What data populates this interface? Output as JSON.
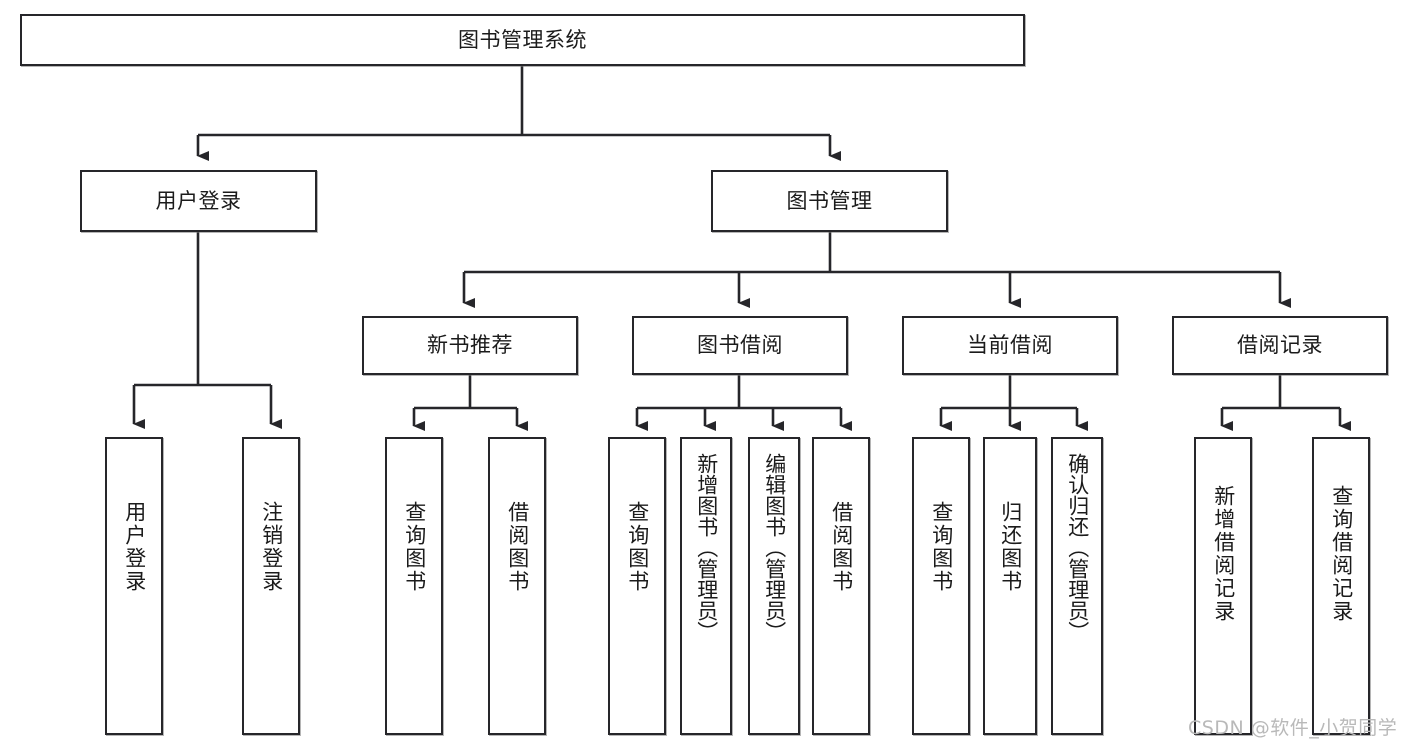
{
  "diagram": {
    "title": "图书管理系统",
    "type": "tree-hierarchy",
    "background_color": "#ffffff",
    "node_border_color": "#26262a",
    "node_fill_color": "#ffffff",
    "edge_color": "#26262a"
  },
  "nodes": {
    "root": {
      "label": "图书管理系统",
      "level": 0
    },
    "level1": [
      {
        "id": "user-login",
        "label": "用户登录"
      },
      {
        "id": "book-manage",
        "label": "图书管理"
      }
    ],
    "level2": [
      {
        "id": "new-book-rec",
        "label": "新书推荐",
        "parent": "book-manage"
      },
      {
        "id": "book-borrow",
        "label": "图书借阅",
        "parent": "book-manage"
      },
      {
        "id": "current-borrow",
        "label": "当前借阅",
        "parent": "book-manage"
      },
      {
        "id": "borrow-record",
        "label": "借阅记录",
        "parent": "book-manage"
      }
    ],
    "leaves": [
      {
        "id": "leaf-user-login",
        "label": "用户登录",
        "parent": "user-login"
      },
      {
        "id": "leaf-logout",
        "label": "注销登录",
        "parent": "user-login"
      },
      {
        "id": "leaf-query-book-1",
        "label": "查询图书",
        "parent": "new-book-rec"
      },
      {
        "id": "leaf-borrow-book-1",
        "label": "借阅图书",
        "parent": "new-book-rec"
      },
      {
        "id": "leaf-query-book-2",
        "label": "查询图书",
        "parent": "book-borrow"
      },
      {
        "id": "leaf-add-book",
        "label": "新增图书（管理员）",
        "parent": "book-borrow"
      },
      {
        "id": "leaf-edit-book",
        "label": "编辑图书（管理员）",
        "parent": "book-borrow"
      },
      {
        "id": "leaf-borrow-book-2",
        "label": "借阅图书",
        "parent": "book-borrow"
      },
      {
        "id": "leaf-query-book-3",
        "label": "查询图书",
        "parent": "current-borrow"
      },
      {
        "id": "leaf-return-book",
        "label": "归还图书",
        "parent": "current-borrow"
      },
      {
        "id": "leaf-confirm-return",
        "label": "确认归还（管理员）",
        "parent": "current-borrow"
      },
      {
        "id": "leaf-add-record",
        "label": "新增借阅记录",
        "parent": "borrow-record"
      },
      {
        "id": "leaf-query-record",
        "label": "查询借阅记录",
        "parent": "borrow-record"
      }
    ]
  },
  "watermark": {
    "text": "CSDN @软件_小贺同学"
  }
}
